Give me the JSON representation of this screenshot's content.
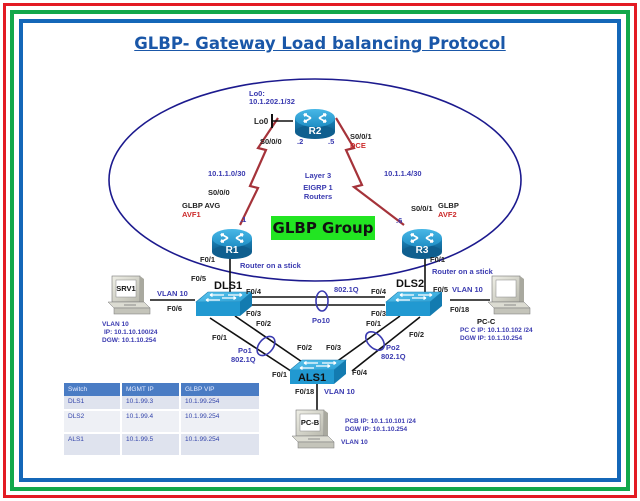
{
  "title": "GLBP- Gateway Load balancing Protocol",
  "group_label": "GLBP Group",
  "colors": {
    "frame_outer": "#e31b23",
    "frame_middle": "#12a84b",
    "frame_inner": "#1467b8",
    "title": "#1a57a8",
    "group_fill": "#22e522",
    "serial_link": "#a5333a",
    "annotation": "#3a3ab0",
    "role": "#cc2b2b"
  },
  "routers": {
    "r2": {
      "name": "R2",
      "lo_label": "Lo0",
      "lo_addr_title": "Lo0:",
      "lo_addr": "10.1.202.1/32",
      "if_left": "S0/0/0",
      "ip_left": ".2",
      "if_right": "S0/0/1",
      "ip_right": ".5",
      "dce": "DCE"
    },
    "r1": {
      "name": "R1",
      "if_serial": "S0/0/0",
      "ip": ".1",
      "role": "GLBP AVG",
      "avf": "AVF1",
      "if_eth": "F0/1",
      "ros": "Router on a stick"
    },
    "r3": {
      "name": "R3",
      "if_serial": "S0/0/1",
      "ip": ".6",
      "role": "GLBP",
      "avf": "AVF2",
      "if_eth": "F0/1",
      "ros": "Router on a stick"
    }
  },
  "links": {
    "left_subnet": "10.1.1.0/30",
    "right_subnet": "10.1.1.4/30",
    "center_line1": "Layer 3",
    "center_line2": "EIGRP 1",
    "center_line3": "Routers"
  },
  "switches": {
    "dls1": {
      "name": "DLS1",
      "f05": "F0/5",
      "f06": "F0/6",
      "f04": "F0/4",
      "f03": "F0/3",
      "f02": "F0/2",
      "f01": "F0/1"
    },
    "dls2": {
      "name": "DLS2",
      "f05": "F0/5",
      "f018": "F0/18",
      "f04": "F0/4",
      "f03": "F0/3",
      "f01": "F0/1",
      "f02": "F0/2"
    },
    "als1": {
      "name": "ALS1",
      "f01": "F0/1",
      "f02": "F0/2",
      "f03": "F0/3",
      "f04": "F0/4",
      "f018": "F0/18",
      "vlan": "VLAN 10"
    }
  },
  "portchannels": {
    "po10": {
      "name": "Po10",
      "trunk": "802.1Q"
    },
    "po1": {
      "name": "Po1",
      "trunk": "802.1Q"
    },
    "po2": {
      "name": "Po2",
      "trunk": "802.1Q"
    }
  },
  "hosts": {
    "srv1": {
      "name": "SRV1",
      "vlan_link": "VLAN 10",
      "vlan": "VLAN 10",
      "ip": "IP: 10.1.10.100/24",
      "dgw": "DGW: 10.1.10.254"
    },
    "pcc": {
      "name": "PC-C",
      "vlan_link": "VLAN 10",
      "ip": "PC C IP: 10.1.10.102 /24",
      "dgw": "DGW IP: 10.1.10.254"
    },
    "pcb": {
      "name": "PC-B",
      "ip": "PCB IP: 10.1.10.101 /24",
      "dgw": "DGW IP: 10.1.10.254",
      "vlan": "VLAN 10"
    }
  },
  "table": {
    "headers": [
      "Switch",
      "MGMT IP",
      "GLBP VIP"
    ],
    "rows": [
      [
        "DLS1",
        "10.1.99.3",
        "10.1.99.254"
      ],
      [
        "DLS2",
        "10.1.99.4",
        "10.1.99.254"
      ],
      [
        "ALS1",
        "10.1.99.5",
        "10.1.99.254"
      ]
    ]
  }
}
